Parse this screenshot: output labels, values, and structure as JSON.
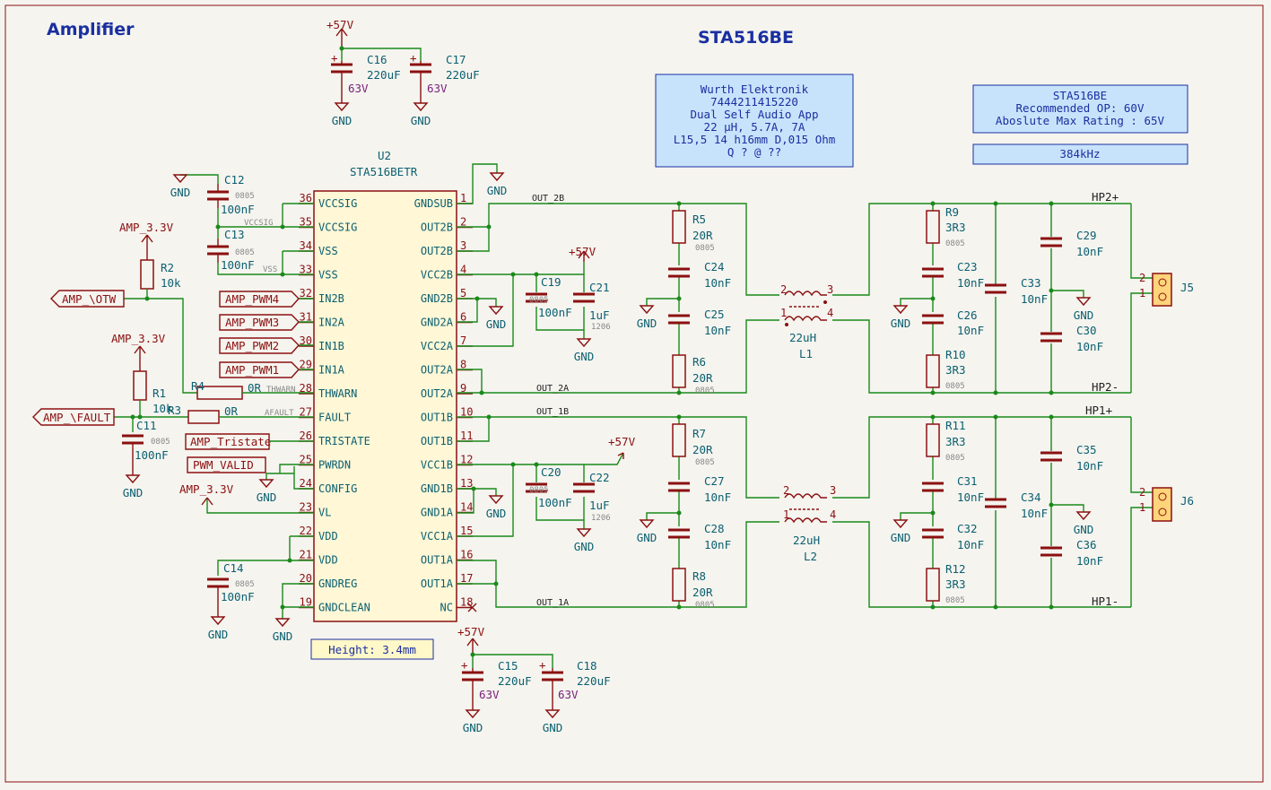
{
  "sheet_title": "Amplifier",
  "chip_title": "STA516BE",
  "ic": {
    "ref": "U2",
    "value": "STA516BETR",
    "left_pins": [
      {
        "num": "36",
        "name": "VCCSIG"
      },
      {
        "num": "35",
        "name": "VCCSIG"
      },
      {
        "num": "34",
        "name": "VSS"
      },
      {
        "num": "33",
        "name": "VSS"
      },
      {
        "num": "32",
        "name": "IN2B"
      },
      {
        "num": "31",
        "name": "IN2A"
      },
      {
        "num": "30",
        "name": "IN1B"
      },
      {
        "num": "29",
        "name": "IN1A"
      },
      {
        "num": "28",
        "name": "THWARN"
      },
      {
        "num": "27",
        "name": "FAULT"
      },
      {
        "num": "26",
        "name": "TRISTATE"
      },
      {
        "num": "25",
        "name": "PWRDN"
      },
      {
        "num": "24",
        "name": "CONFIG"
      },
      {
        "num": "23",
        "name": "VL"
      },
      {
        "num": "22",
        "name": "VDD"
      },
      {
        "num": "21",
        "name": "VDD"
      },
      {
        "num": "20",
        "name": "GNDREG"
      },
      {
        "num": "19",
        "name": "GNDCLEAN"
      }
    ],
    "right_pins": [
      {
        "num": "1",
        "name": "GNDSUB"
      },
      {
        "num": "2",
        "name": "OUT2B"
      },
      {
        "num": "3",
        "name": "OUT2B"
      },
      {
        "num": "4",
        "name": "VCC2B"
      },
      {
        "num": "5",
        "name": "GND2B"
      },
      {
        "num": "6",
        "name": "GND2A"
      },
      {
        "num": "7",
        "name": "VCC2A"
      },
      {
        "num": "8",
        "name": "OUT2A"
      },
      {
        "num": "9",
        "name": "OUT2A"
      },
      {
        "num": "10",
        "name": "OUT1B"
      },
      {
        "num": "11",
        "name": "OUT1B"
      },
      {
        "num": "12",
        "name": "VCC1B"
      },
      {
        "num": "13",
        "name": "GND1B"
      },
      {
        "num": "14",
        "name": "GND1A"
      },
      {
        "num": "15",
        "name": "VCC1A"
      },
      {
        "num": "16",
        "name": "OUT1A"
      },
      {
        "num": "17",
        "name": "OUT1A"
      },
      {
        "num": "18",
        "name": "NC"
      }
    ]
  },
  "hier_labels": {
    "amp_otw": "AMP_\\OTW",
    "amp_fault": "AMP_\\FAULT",
    "pwm4": "AMP_PWM4",
    "pwm3": "AMP_PWM3",
    "pwm2": "AMP_PWM2",
    "pwm1": "AMP_PWM1",
    "tristate": "AMP_Tristate",
    "pwm_valid": "PWM_VALID"
  },
  "power": {
    "v57": "+57V",
    "gnd": "GND",
    "v33": "AMP_3.3V"
  },
  "parts": {
    "C16": {
      "ref": "C16",
      "val": "220uF",
      "volt": "63V"
    },
    "C17": {
      "ref": "C17",
      "val": "220uF",
      "volt": "63V"
    },
    "C15": {
      "ref": "C15",
      "val": "220uF",
      "volt": "63V"
    },
    "C18": {
      "ref": "C18",
      "val": "220uF",
      "volt": "63V"
    },
    "C12": {
      "ref": "C12",
      "pkg": "0805",
      "val": "100nF"
    },
    "C13": {
      "ref": "C13",
      "pkg": "0805",
      "val": "100nF"
    },
    "C11": {
      "ref": "C11",
      "pkg": "0805",
      "val": "100nF"
    },
    "C14": {
      "ref": "C14",
      "pkg": "0805",
      "val": "100nF"
    },
    "R1": {
      "ref": "R1",
      "val": "10k"
    },
    "R2": {
      "ref": "R2",
      "val": "10k"
    },
    "R3": {
      "ref": "R3",
      "val": "0R"
    },
    "R4": {
      "ref": "R4",
      "val": "0R"
    },
    "C19": {
      "ref": "C19",
      "pkg": "0805",
      "val": "100nF"
    },
    "C21": {
      "ref": "C21",
      "val": "1uF",
      "pkg": "1206"
    },
    "C20": {
      "ref": "C20",
      "pkg": "0805",
      "val": "100nF"
    },
    "C22": {
      "ref": "C22",
      "val": "1uF",
      "pkg": "1206"
    },
    "R5": {
      "ref": "R5",
      "val": "20R",
      "pkg": "0805"
    },
    "R6": {
      "ref": "R6",
      "val": "20R",
      "pkg": "0805"
    },
    "R7": {
      "ref": "R7",
      "val": "20R",
      "pkg": "0805"
    },
    "R8": {
      "ref": "R8",
      "val": "20R",
      "pkg": "0805"
    },
    "C24": {
      "ref": "C24",
      "val": "10nF"
    },
    "C25": {
      "ref": "C25",
      "val": "10nF"
    },
    "C27": {
      "ref": "C27",
      "val": "10nF"
    },
    "C28": {
      "ref": "C28",
      "val": "10nF"
    },
    "L1": {
      "ref": "L1",
      "val": "22uH"
    },
    "L2": {
      "ref": "L2",
      "val": "22uH"
    },
    "R9": {
      "ref": "R9",
      "val": "3R3",
      "pkg": "0805"
    },
    "R10": {
      "ref": "R10",
      "val": "3R3",
      "pkg": "0805"
    },
    "R11": {
      "ref": "R11",
      "val": "3R3",
      "pkg": "0805"
    },
    "R12": {
      "ref": "R12",
      "val": "3R3",
      "pkg": "0805"
    },
    "C23": {
      "ref": "C23",
      "val": "10nF"
    },
    "C26": {
      "ref": "C26",
      "val": "10nF"
    },
    "C31": {
      "ref": "C31",
      "val": "10nF"
    },
    "C32": {
      "ref": "C32",
      "val": "10nF"
    },
    "C33": {
      "ref": "C33",
      "val": "10nF"
    },
    "C34": {
      "ref": "C34",
      "val": "10nF"
    },
    "C29": {
      "ref": "C29",
      "val": "10nF"
    },
    "C30": {
      "ref": "C30",
      "val": "10nF"
    },
    "C35": {
      "ref": "C35",
      "val": "10nF"
    },
    "C36": {
      "ref": "C36",
      "val": "10nF"
    },
    "J5": {
      "ref": "J5"
    },
    "J6": {
      "ref": "J6"
    }
  },
  "nets": {
    "out2b": "OUT_2B",
    "out2a": "OUT_2A",
    "out1b": "OUT_1B",
    "out1a": "OUT_1A",
    "hp2p": "HP2+",
    "hp2m": "HP2-",
    "hp1p": "HP1+",
    "hp1m": "HP1-",
    "vccsig": "VCCSIG",
    "vss": "VSS",
    "thwarn": "THWARN",
    "afault": "AFAULT"
  },
  "notes": {
    "wurth": [
      "Wurth Elektronik",
      "7444211415220",
      "Dual Self Audio App",
      "22 µH, 5.7A, 7A",
      "L15,5 14 h16mm D,015 Ohm",
      "Q ? @ ??"
    ],
    "sta": [
      "STA516BE",
      "Recommended OP: 60V",
      "Aboslute Max Rating : 65V"
    ],
    "freq": "384kHz",
    "height": "Height: 3.4mm"
  },
  "connector_pins": {
    "p1": "1",
    "p2": "2"
  },
  "colors": {
    "wire": "#1a8a1a",
    "symbol": "#8b1010",
    "text": "#0b5f70",
    "note": "#1a2fa0"
  }
}
